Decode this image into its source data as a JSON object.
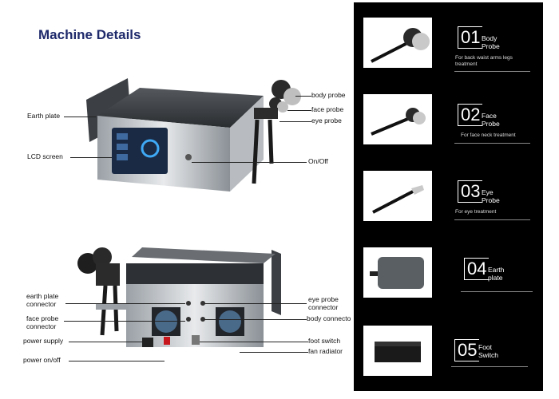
{
  "title": "Machine Details",
  "front_labels": {
    "body_probe": "body probe",
    "face_probe": "face probe",
    "eye_probe": "eye probe",
    "earth_plate": "Earth plate",
    "lcd_screen": "LCD screen",
    "on_off": "On/Off"
  },
  "back_labels": {
    "earth_plate_connector": "earth plate\nconnector",
    "face_probe_connector": "face probe\nconnector",
    "power_supply": "power supply",
    "power_on_off": "power on/off",
    "eye_probe_connector": "eye probe\nconnector",
    "body_connector": "body connecto",
    "foot_switch": "foot switch",
    "fan_radiator": "fan radiator"
  },
  "parts": [
    {
      "number": "01",
      "name": "Body\nProbe",
      "desc": "For back waist arms legs\ntreatment"
    },
    {
      "number": "02",
      "name": "Face\nProbe",
      "desc": "For face neck treatment"
    },
    {
      "number": "03",
      "name": "Eye\nProbe",
      "desc": "For eye treatment"
    },
    {
      "number": "04",
      "name": "Earth\nplate",
      "desc": ""
    },
    {
      "number": "05",
      "name": "Foot\nSwitch",
      "desc": ""
    }
  ],
  "colors": {
    "title": "#1f2a6b",
    "panel": "#000000"
  }
}
